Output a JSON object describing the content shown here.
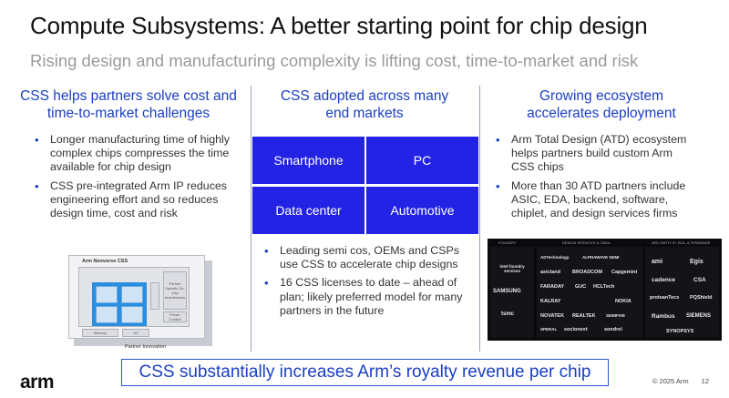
{
  "slide": {
    "title": "Compute Subsystems: A better starting point for chip design",
    "subtitle": "Rising design and manufacturing complexity is lifting cost, time-to-market and risk"
  },
  "left_column": {
    "heading": "CSS helps partners solve cost and time-to-market challenges",
    "bullets": [
      "Longer manufacturing time of highly complex chips compresses the time available for chip design",
      "CSS pre-integrated Arm IP reduces engineering effort and so reduces design time, cost and risk"
    ],
    "diagram": {
      "title": "Arm Neoverse CSS",
      "side_label": "Partner Specific On-chip Accelerators",
      "power_label": "Power Control",
      "memory_label": "Memory",
      "io_label": "I/O",
      "footer_label": "Partner Innovation"
    }
  },
  "middle_column": {
    "heading": "CSS adopted across many end markets",
    "tiles": [
      "Smartphone",
      "PC",
      "Data center",
      "Automotive"
    ],
    "bullets": [
      "Leading semi cos, OEMs and CSPs use CSS to accelerate chip designs",
      "16 CSS licenses to date – ahead of plan; likely preferred model for many partners in the future"
    ]
  },
  "right_column": {
    "heading": "Growing ecosystem accelerates deployment",
    "bullets": [
      "Arm Total Design (ATD) ecosystem helps partners build custom Arm CSS chips",
      "More than 30 ATD partners include ASIC, EDA, backend, software, chiplet, and design services firms"
    ],
    "ecosystem": {
      "headers": [
        "FOUNDRY",
        "DESIGN SERVICES & OEMs",
        "3RD PARTY IP, EDA, & FIRMWARE"
      ],
      "foundry": [
        "intel foundry services",
        "SAMSUNG",
        "tsmc"
      ],
      "design_services": [
        "ADTechnology",
        "ALPHAWAVE SEMI",
        "asicland",
        "BROADCOM",
        "Capgemini",
        "FARADAY",
        "GUC",
        "HCLTech",
        "KALRAY",
        "NOKIA",
        "NOVATEK",
        "REALTEK",
        "SEMIFIVE",
        "SPERAL",
        "socionext",
        "sondrel"
      ],
      "third_party": [
        "ami",
        "Egis",
        "cadence",
        "CSA",
        "proteanTecs",
        "PQShield",
        "Rambus",
        "SIEMENS",
        "SYNOPSYS"
      ]
    }
  },
  "banner": "CSS substantially increases Arm’s royalty revenue per chip",
  "footer": {
    "logo": "arm",
    "copyright": "© 2025 Arm",
    "page_number": "12"
  },
  "colors": {
    "accent_blue": "#1a3fc4",
    "tile_blue": "#2323e6",
    "neoverse_blue": "#2a8ee0"
  }
}
